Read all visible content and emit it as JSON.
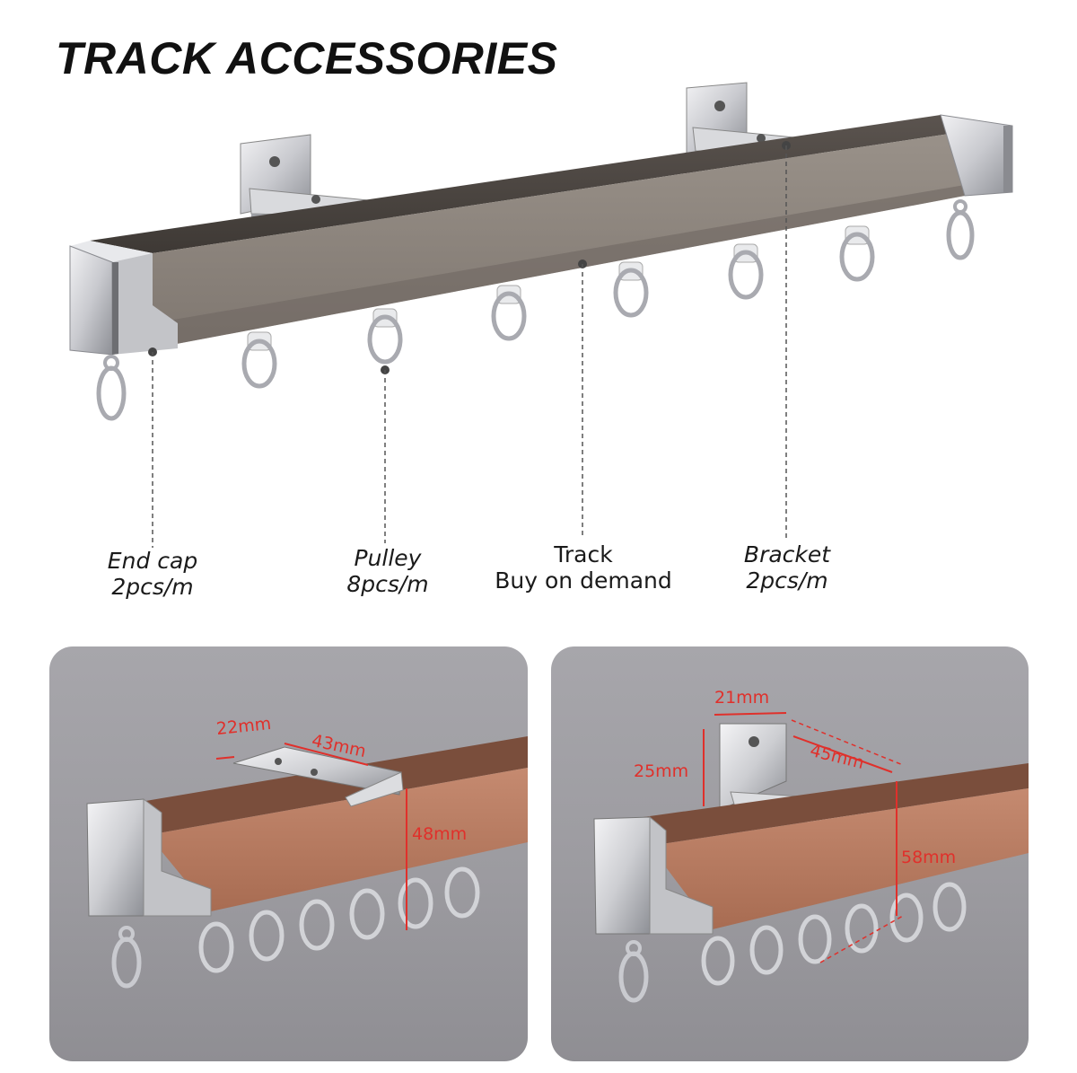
{
  "title": "TRACK ACCESSORIES",
  "colors": {
    "track_gray": "#8f8780",
    "track_copper": "#b87a60",
    "chrome": "#cfd0d4",
    "dimension_red": "#e0302b",
    "panel_bg": "#9e9da2"
  },
  "parts": [
    {
      "name": "End cap",
      "detail": "2pcs/m"
    },
    {
      "name": "Pulley",
      "detail": "8pcs/m"
    },
    {
      "name": "Track",
      "detail": "Buy on demand"
    },
    {
      "name": "Bracket",
      "detail": "2pcs/m"
    }
  ],
  "left_panel": {
    "dims": {
      "bracket_width": "22mm",
      "bracket_length": "43mm",
      "height": "48mm"
    }
  },
  "right_panel": {
    "dims": {
      "bracket_width": "21mm",
      "bracket_height": "25mm",
      "bracket_length": "45mm",
      "height": "58mm"
    }
  }
}
